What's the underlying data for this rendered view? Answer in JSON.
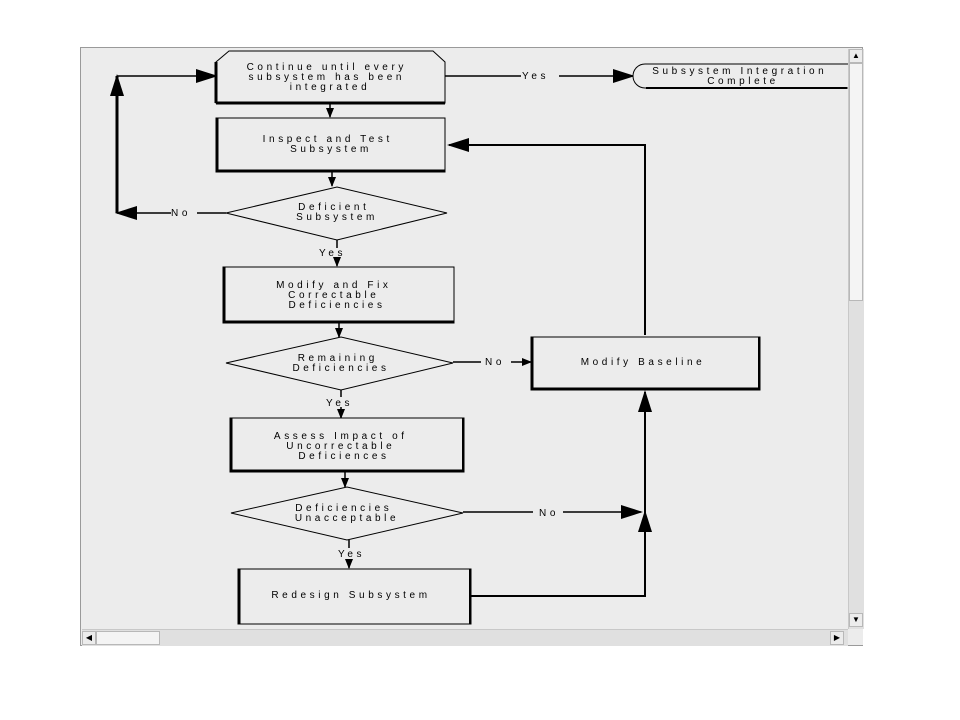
{
  "flowchart": {
    "nodes": {
      "continue": [
        "Continue until every",
        "subsystem has been",
        "integrated"
      ],
      "complete": [
        "Subsystem Integration",
        "Complete"
      ],
      "inspect": [
        "Inspect and Test",
        "Subsystem"
      ],
      "deficient": [
        "Deficient",
        "Subsystem"
      ],
      "modify_fix": [
        "Modify and Fix",
        "Correctable",
        "Deficiencies"
      ],
      "remaining": [
        "Remaining",
        "Deficiencies"
      ],
      "modify_baseline": [
        "Modify Baseline"
      ],
      "assess": [
        "Assess Impact of",
        "Uncorrectable",
        "Deficiences"
      ],
      "unacceptable": [
        "Deficiencies",
        "Unacceptable"
      ],
      "redesign": [
        "Redesign Subsystem"
      ]
    },
    "edge_labels": {
      "continue_yes": "Yes",
      "deficient_no": "No",
      "deficient_yes": "Yes",
      "remaining_no": "No",
      "remaining_yes": "Yes",
      "unacceptable_no": "No",
      "unacceptable_yes": "Yes"
    }
  },
  "scrollbars": {
    "up_arrow": "▲",
    "down_arrow": "▼",
    "left_arrow": "◀",
    "right_arrow": "▶"
  }
}
